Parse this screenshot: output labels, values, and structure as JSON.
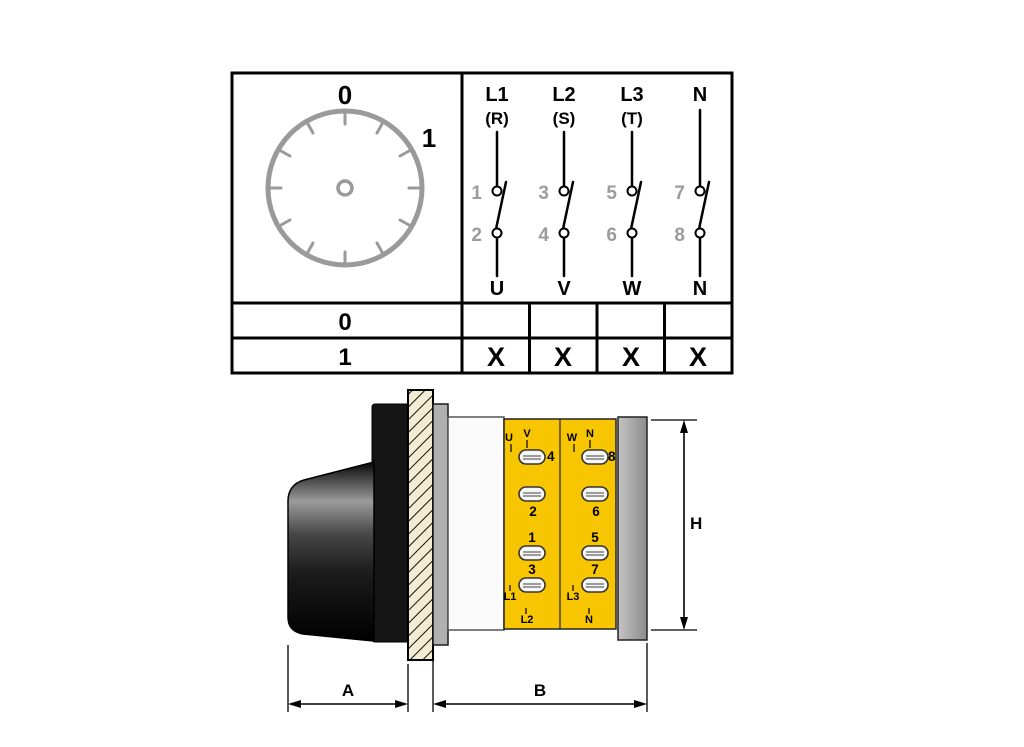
{
  "switch_table": {
    "dial": {
      "position_zero": "0",
      "position_one": "1"
    },
    "poles": [
      {
        "input": "L1",
        "input_alt": "(R)",
        "terminal_top": "1",
        "terminal_bottom": "2",
        "output": "U"
      },
      {
        "input": "L2",
        "input_alt": "(S)",
        "terminal_top": "3",
        "terminal_bottom": "4",
        "output": "V"
      },
      {
        "input": "L3",
        "input_alt": "(T)",
        "terminal_top": "5",
        "terminal_bottom": "6",
        "output": "W"
      },
      {
        "input": "N",
        "input_alt": "",
        "terminal_top": "7",
        "terminal_bottom": "8",
        "output": "N"
      }
    ],
    "rows": [
      {
        "position": "0",
        "cells": [
          "",
          "",
          "",
          ""
        ]
      },
      {
        "position": "1",
        "cells": [
          "X",
          "X",
          "X",
          "X"
        ]
      }
    ]
  },
  "side_view": {
    "terminal_groups": [
      {
        "wire_labels": [
          "U",
          "V"
        ],
        "screw_numbers": [
          "4",
          "2"
        ]
      },
      {
        "wire_labels": [
          "W",
          "N"
        ],
        "screw_numbers": [
          "8",
          "6"
        ]
      },
      {
        "wire_labels": [
          "L1",
          "L2"
        ],
        "screw_numbers": [
          "1",
          "3"
        ]
      },
      {
        "wire_labels": [
          "L3",
          "N"
        ],
        "screw_numbers": [
          "5",
          "7"
        ]
      }
    ],
    "dimensions": {
      "a": "A",
      "b": "B",
      "h": "H"
    }
  },
  "colors": {
    "terminal_block_yellow": "#F7C600",
    "hatch_background": "#F2ECD2",
    "dial_gray": "#9A9A9A",
    "terminal_number_gray": "#9C9C9C",
    "line_black": "#000000"
  }
}
